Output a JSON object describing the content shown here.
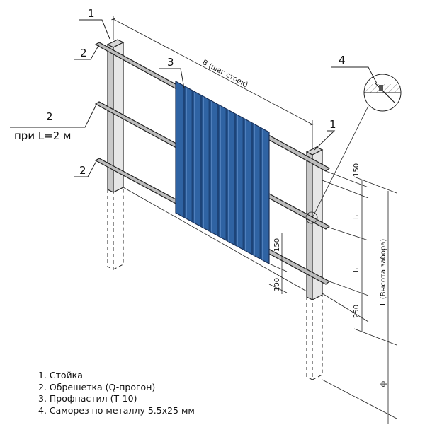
{
  "callouts": {
    "post": "1",
    "post_right": "1",
    "rail_top": "2",
    "rail_mid": "2",
    "rail_mid_note": "при L=2 м",
    "rail_bottom": "2",
    "sheet": "3",
    "screw": "4"
  },
  "dimensions": {
    "span": "B (шаг стоек)",
    "top_offset": "150",
    "bottom_offset": "250",
    "step1": "l₁",
    "step2": "l₁",
    "height": "L (Высота забора)",
    "sheet_bottom_150": "150",
    "sheet_bottom_100": "100",
    "depth": "Lф"
  },
  "legend": [
    "1. Стойка",
    "2. Обрешетка (Q-прогон)",
    "3. Профнастил (Т-10)",
    "4. Саморез по металлу 5.5х25 мм"
  ],
  "colors": {
    "sheet": "#2f63a3",
    "sheet_dark": "#1d4479",
    "line": "#222222"
  }
}
